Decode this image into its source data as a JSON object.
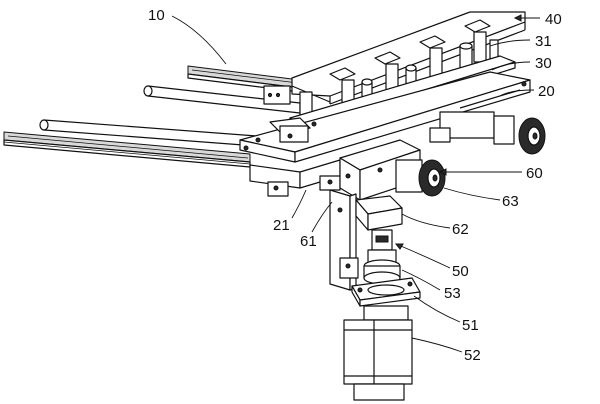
{
  "labels": {
    "l10": "10",
    "l40": "40",
    "l31": "31",
    "l30": "30",
    "l20": "20",
    "l60": "60",
    "l63": "63",
    "l62": "62",
    "l21": "21",
    "l61": "61",
    "l50": "50",
    "l53": "53",
    "l51": "51",
    "l52": "52"
  }
}
